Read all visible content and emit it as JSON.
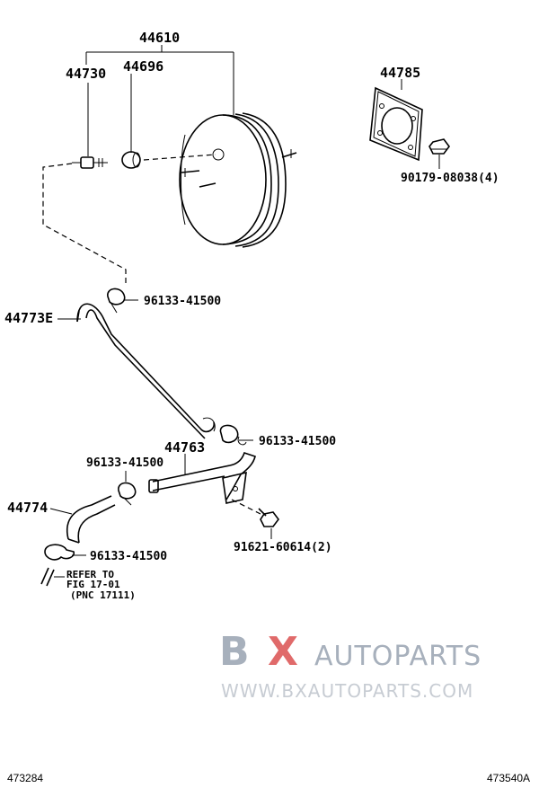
{
  "labels": {
    "booster": "44610",
    "check_valve": "44730",
    "grommet": "44696",
    "gasket": "44785",
    "nut": "90179-08038(4)",
    "hose_e": "44773E",
    "clip_1": "96133-41500",
    "clip_2": "96133-41500",
    "pipe": "44763",
    "clip_3": "96133-41500",
    "hose": "44774",
    "clip_4": "96133-41500",
    "bolt": "91621-60614(2)",
    "refer_line1": "REFER TO",
    "refer_line2": "FIG 17-01",
    "refer_line3": "(PNC 17111)"
  },
  "watermark": {
    "brand_b": "B",
    "brand_x": "X",
    "brand_rest": "AUTOPARTS",
    "url": "WWW.BXAUTOPARTS.COM"
  },
  "footer": {
    "left_code": "473284",
    "right_code": "473540A"
  }
}
